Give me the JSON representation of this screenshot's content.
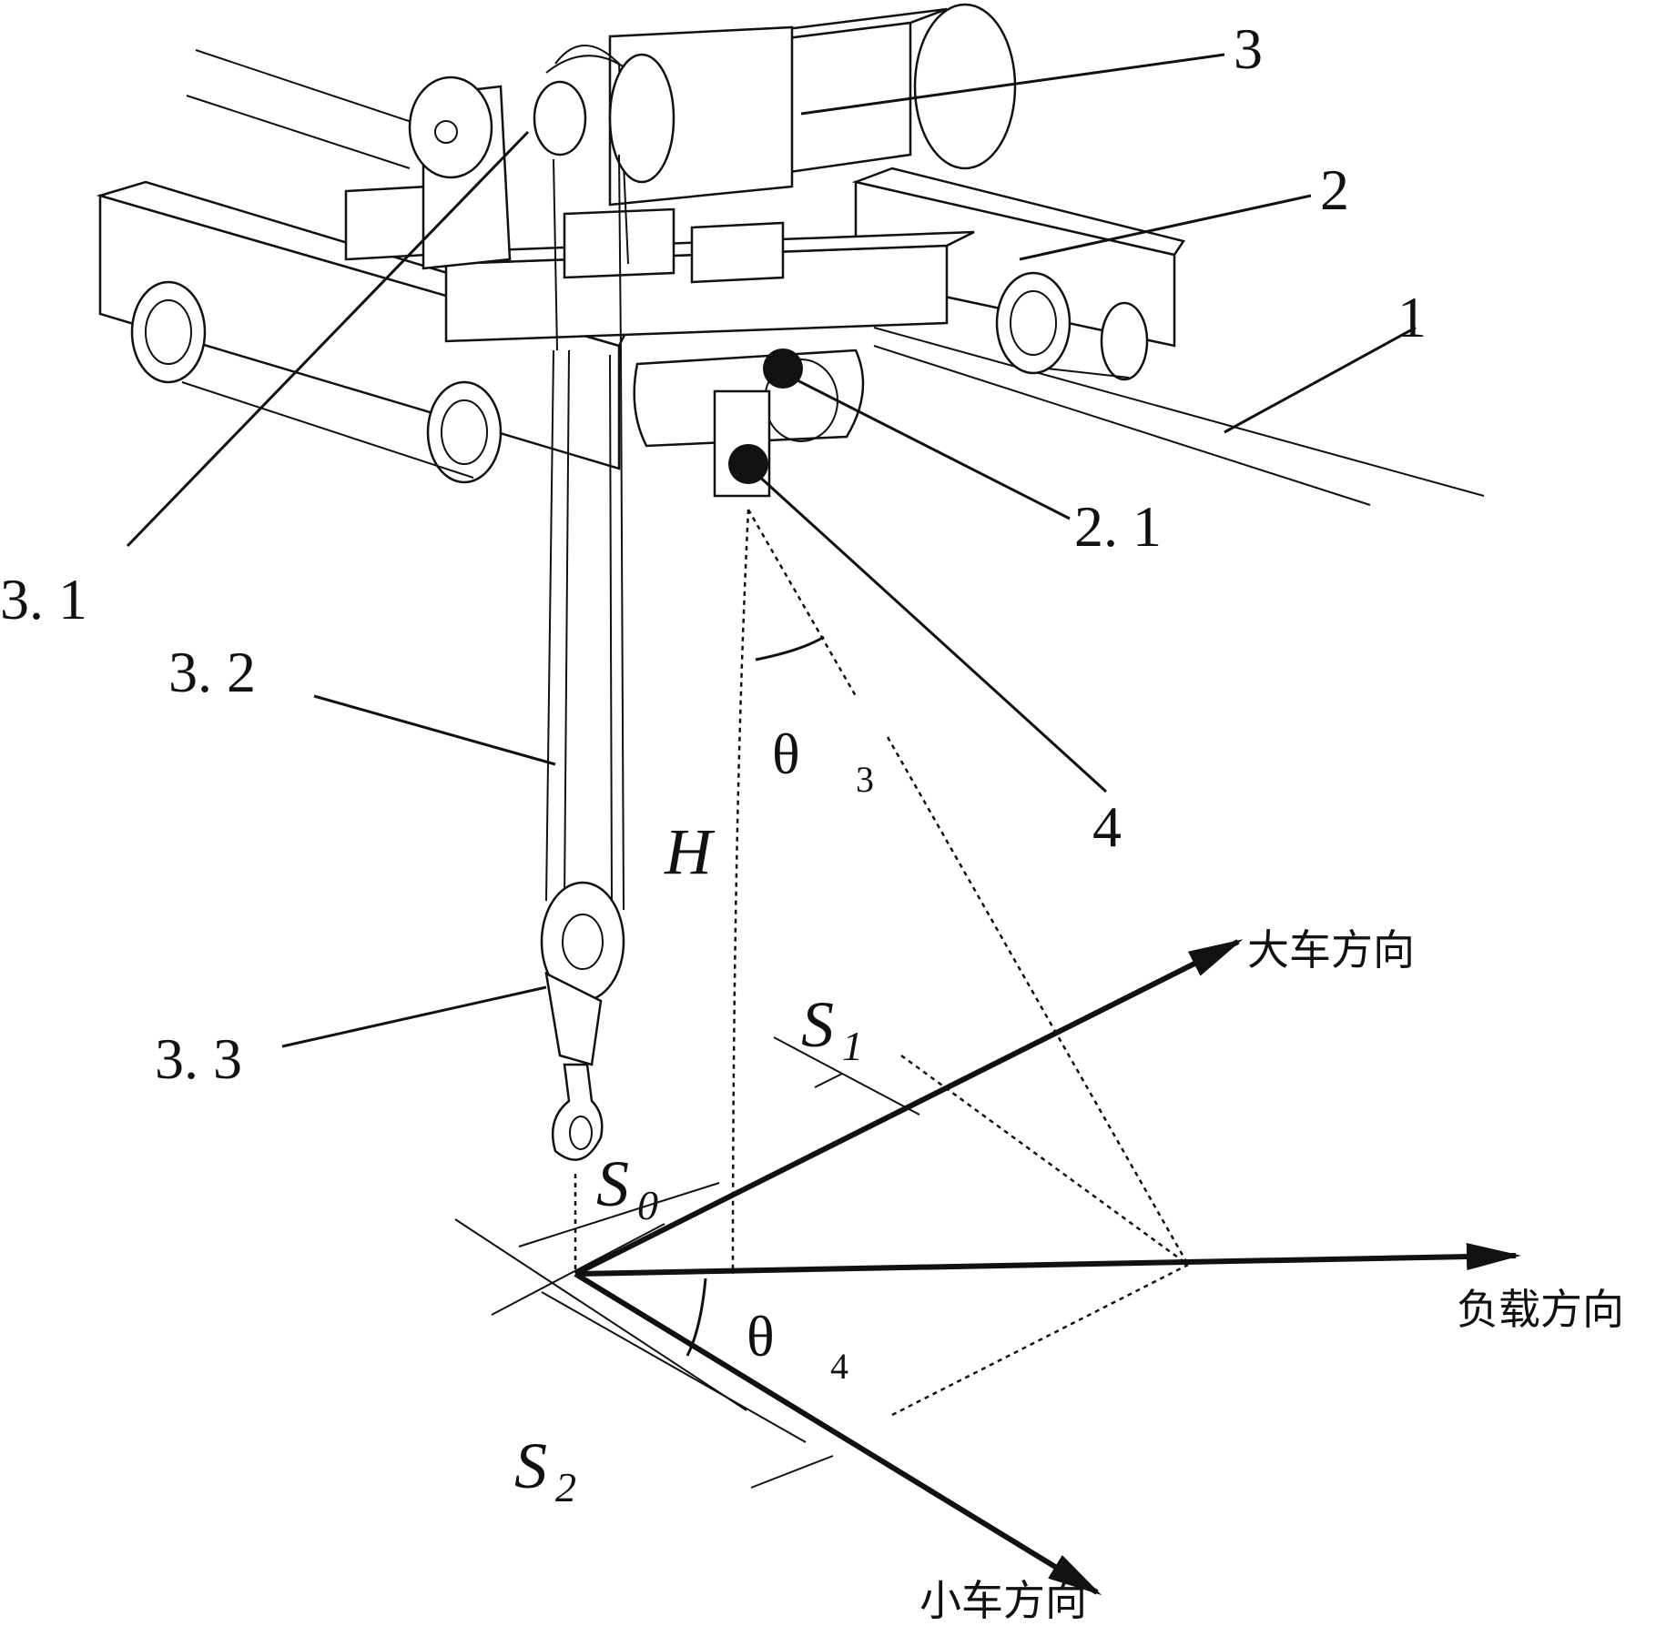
{
  "parts": {
    "label_1": "1",
    "label_2": "2",
    "label_2_1": "2. 1",
    "label_3": "3",
    "label_3_1": "3. 1",
    "label_3_2": "3. 2",
    "label_3_3": "3. 3",
    "label_4": "4"
  },
  "directions": {
    "crane": "大车方向",
    "load": "负载方向",
    "trolley": "小车方向"
  },
  "symbols": {
    "H": "H",
    "S": "S",
    "s0_sub": "0",
    "s1_sub": "1",
    "s2_sub": "2",
    "theta": "θ",
    "theta3_sub": "3",
    "theta4_sub": "4"
  }
}
